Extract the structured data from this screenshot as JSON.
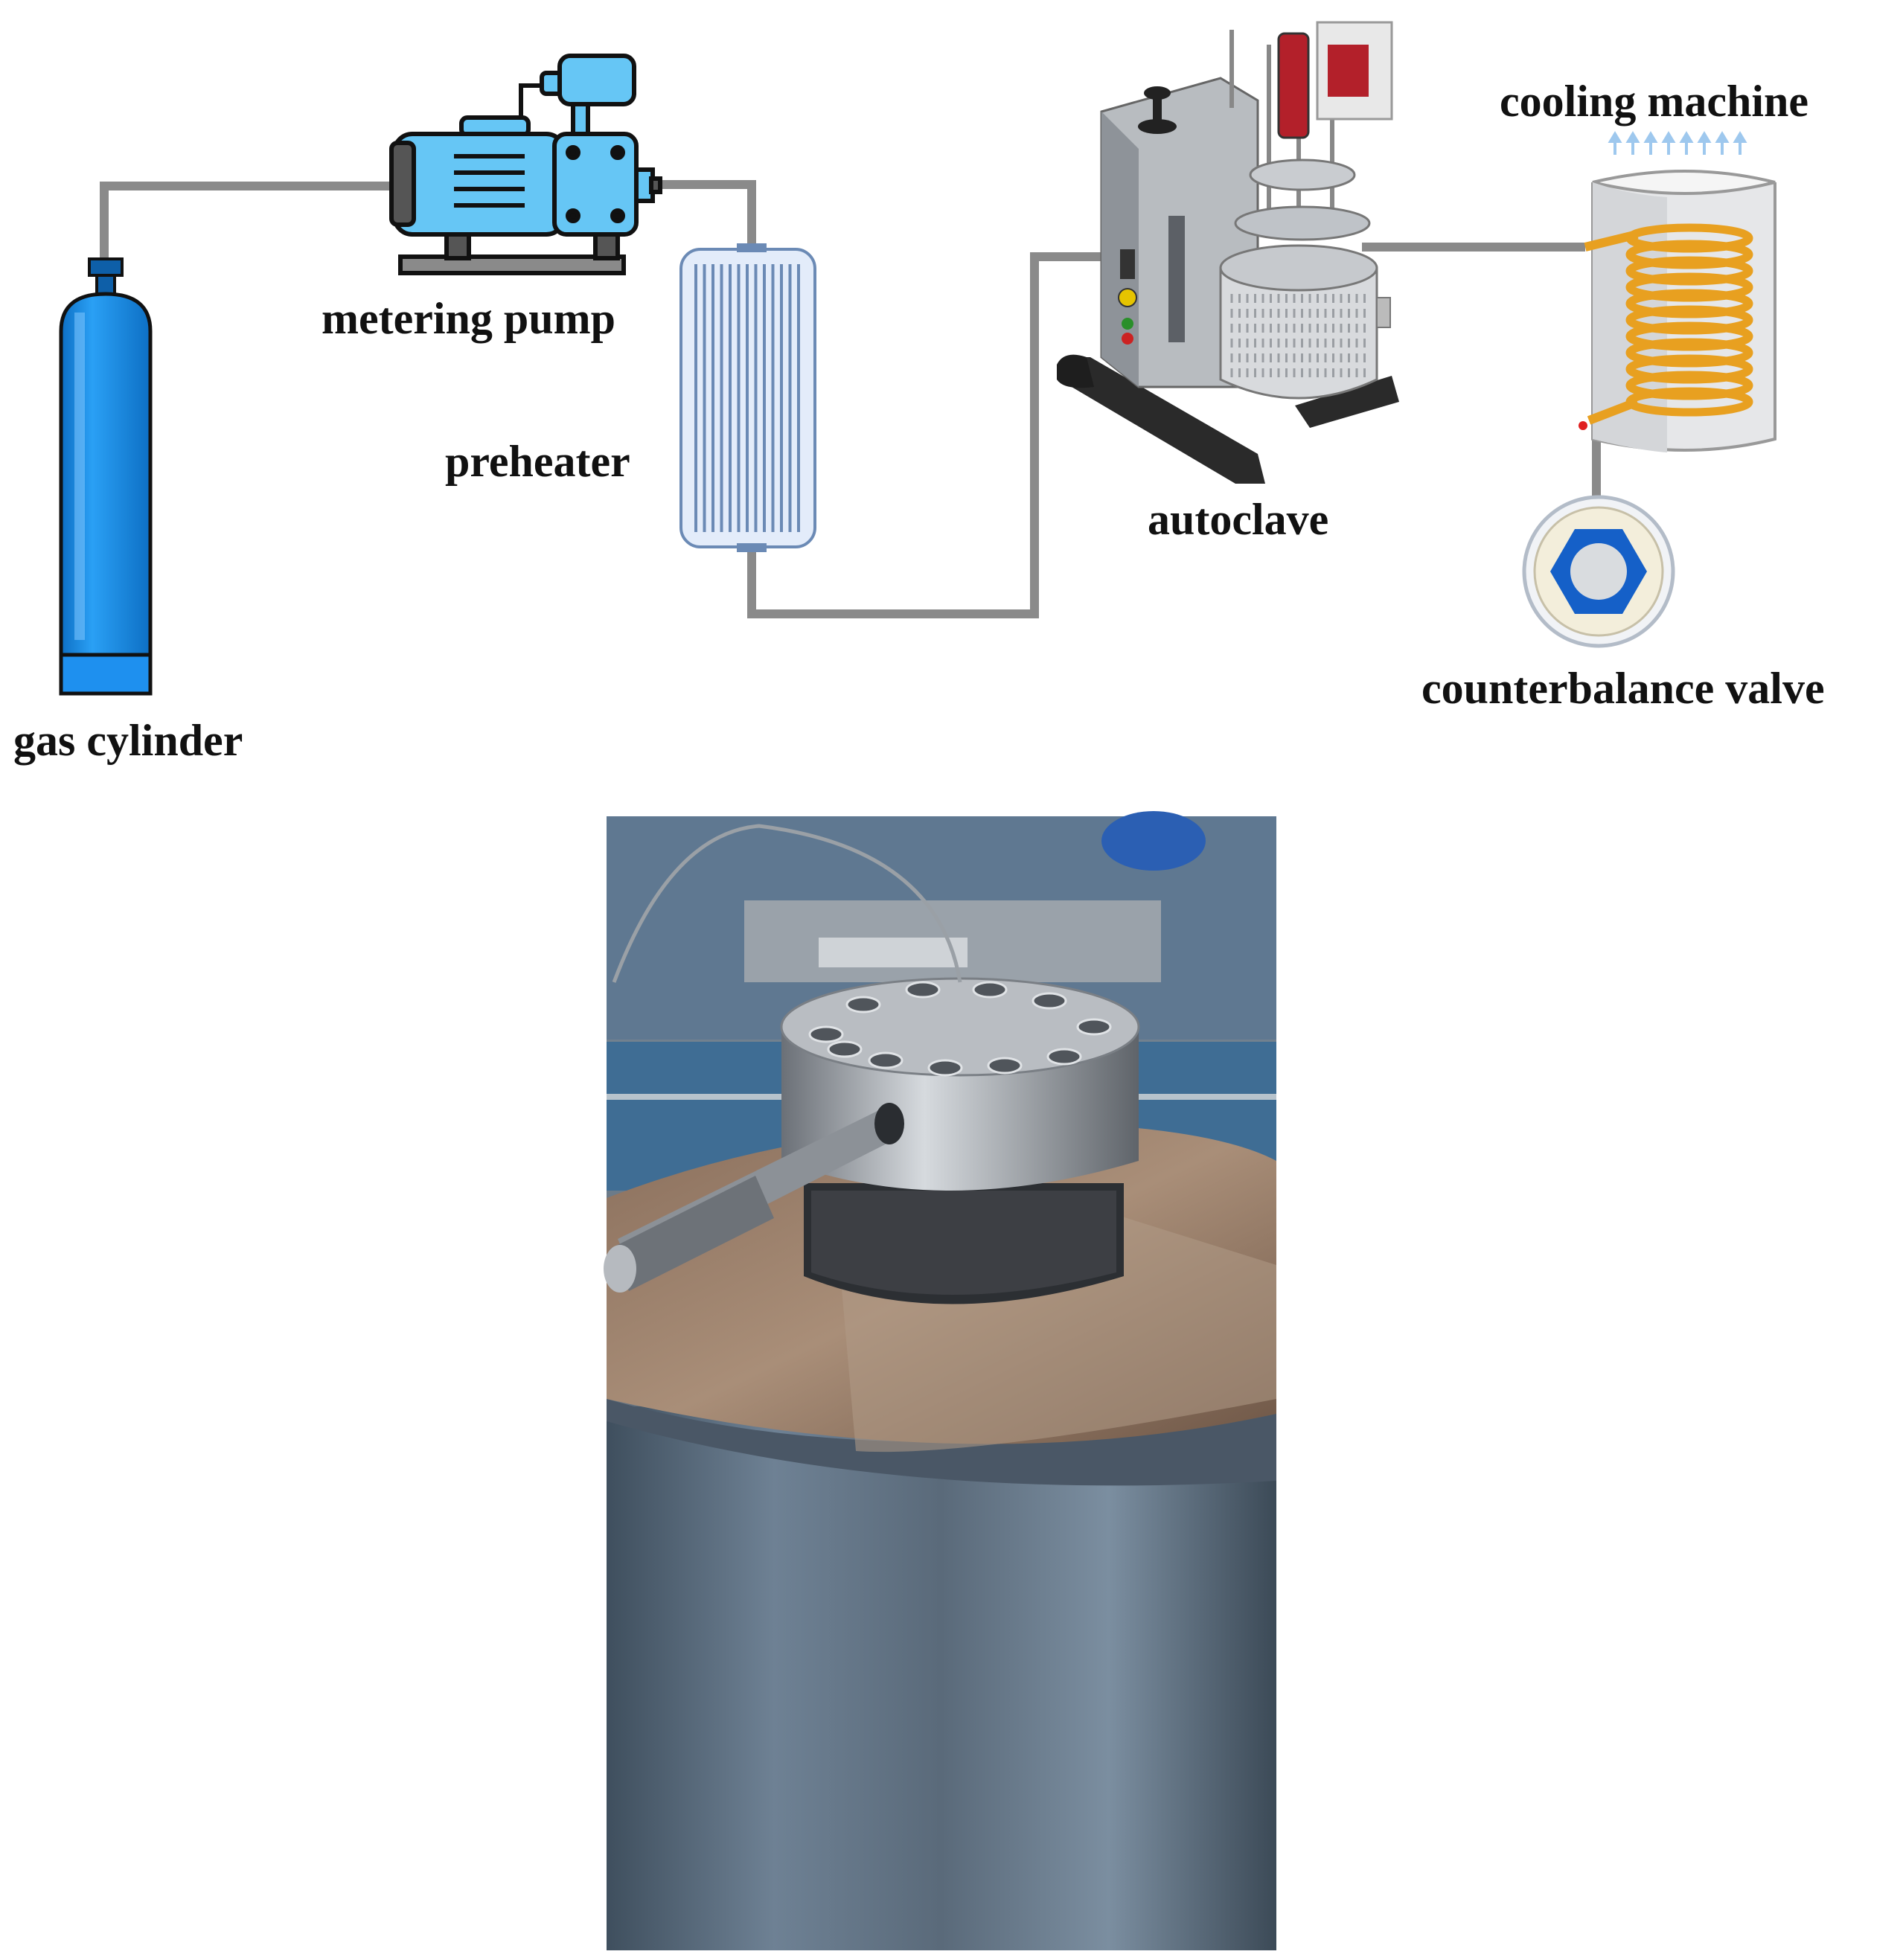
{
  "diagram": {
    "components": [
      {
        "id": "gas_cylinder",
        "label": "gas cylinder",
        "icon": "gas-cylinder-icon"
      },
      {
        "id": "metering_pump",
        "label": "metering pump",
        "icon": "pump-icon"
      },
      {
        "id": "preheater",
        "label": "preheater",
        "icon": "preheater-icon"
      },
      {
        "id": "autoclave",
        "label": "autoclave",
        "icon": "autoclave-icon"
      },
      {
        "id": "cooling_machine",
        "label": "cooling machine",
        "icon": "cooling-coil-icon"
      },
      {
        "id": "counterbalance_valve",
        "label": "counterbalance valve",
        "icon": "valve-icon"
      }
    ],
    "flow": [
      "gas_cylinder",
      "metering_pump",
      "preheater",
      "autoclave",
      "cooling_machine",
      "counterbalance_valve"
    ],
    "colors": {
      "pipe": "#8a8a8a",
      "cylinder": "#1e90ef",
      "pump": "#66c6f5",
      "preheater": "#d9e6f8",
      "coil": "#e8a020",
      "valve_nut": "#1560c8",
      "cool_arrows": "#9ec8ee"
    }
  },
  "photo": {
    "icon": "autoclave-photo-icon"
  }
}
